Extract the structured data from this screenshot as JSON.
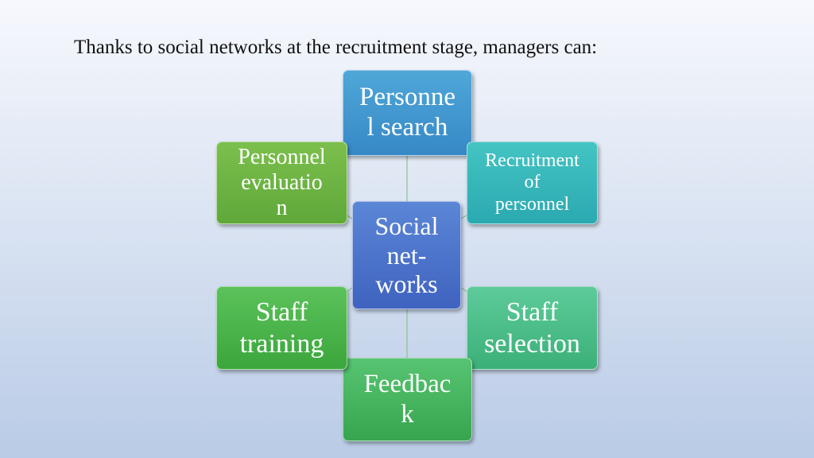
{
  "slide": {
    "title": "Thanks to social networks at the recruitment stage, managers can:"
  },
  "diagram": {
    "center": {
      "label": "Social net-works",
      "lines": [
        "Social",
        "net-",
        "works"
      ],
      "color": "#4a70c9"
    },
    "nodes": [
      {
        "id": "personnel-search",
        "label": "Personnel search",
        "lines": [
          "Personne",
          "l search"
        ],
        "color": "#3f97cf"
      },
      {
        "id": "recruitment",
        "label": "Recruitment of personnel",
        "lines": [
          "Recruitment",
          "of",
          "personnel"
        ],
        "color": "#36b7b9"
      },
      {
        "id": "staff-selection",
        "label": "Staff selection",
        "lines": [
          "Staff",
          "selection"
        ],
        "color": "#4bbd88"
      },
      {
        "id": "feedback",
        "label": "Feedback",
        "lines": [
          "Feedbac",
          "k"
        ],
        "color": "#45b55f"
      },
      {
        "id": "staff-training",
        "label": "Staff training",
        "lines": [
          "Staff",
          "training"
        ],
        "color": "#4ab34b"
      },
      {
        "id": "personnel-evaluation",
        "label": "Personnel evaluation",
        "lines": [
          "Personnel",
          "evaluatio",
          "n"
        ],
        "color": "#6db443"
      }
    ],
    "connector_color": "#8fbf8a"
  }
}
